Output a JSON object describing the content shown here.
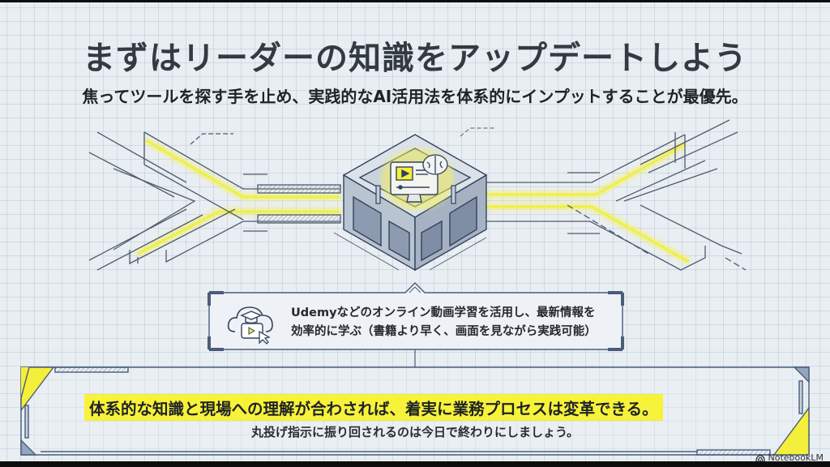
{
  "slide": {
    "title": "まずはリーダーの知識をアップデートしよう",
    "subtitle": "焦ってツールを探す手を止め、実践的なAI活用法を体系的にインプットすることが最優先。"
  },
  "illustration": {
    "center_icons": [
      "monitor-play-icon",
      "brain-icon"
    ],
    "description": "isometric blueprint frame with highlighted yellow paths branching left and right"
  },
  "callout": {
    "icon": "cloud-graduation-video-icon",
    "line1": "Udemyなどのオンライン動画学習を活用し、最新情報を",
    "line2": "効率的に学ぶ（書籍より早く、画面を見ながら実践可能）"
  },
  "conclusion": {
    "highlight": "体系的な知識と現場への理解が合わされば、着実に業務プロセスは変革できる。",
    "sub": "丸投げ指示に振り回されるのは今日で終わりにしましょう。"
  },
  "branding": {
    "label": "NotebookLM"
  },
  "colors": {
    "background": "#e9eef3",
    "accent_yellow": "#f7f23a",
    "line_blue": "#4a5d78",
    "text_dark": "#333a42"
  }
}
